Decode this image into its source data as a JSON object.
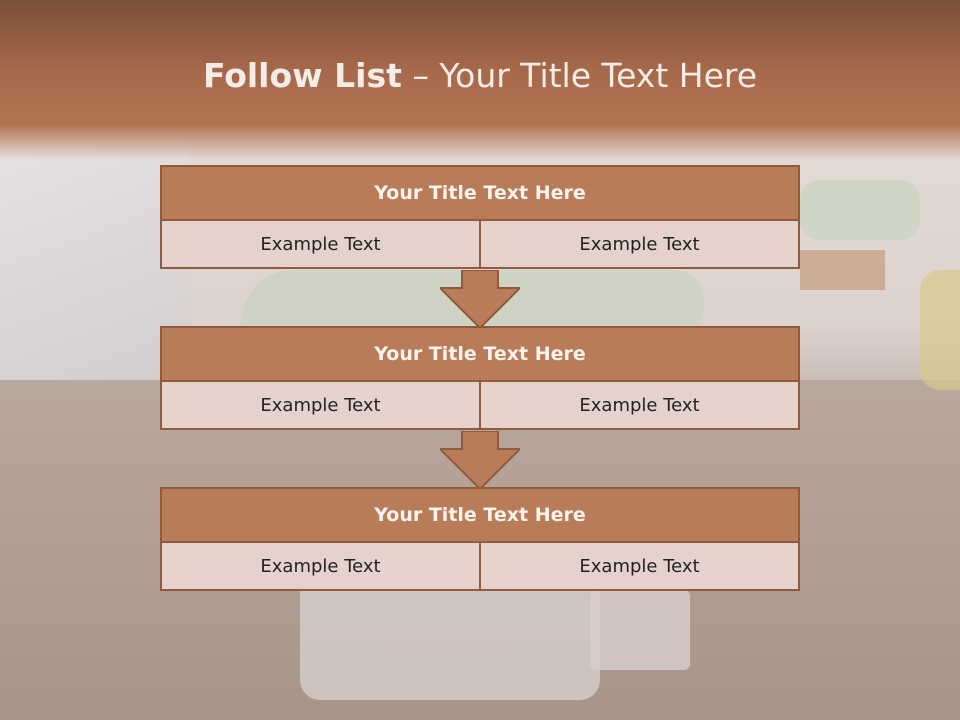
{
  "title": {
    "bold": "Follow List",
    "rest": " – Your Title Text Here"
  },
  "blocks": [
    {
      "heading": "Your Title Text Here",
      "left": "Example Text",
      "right": "Example Text"
    },
    {
      "heading": "Your Title Text Here",
      "left": "Example Text",
      "right": "Example Text"
    },
    {
      "heading": "Your Title Text Here",
      "left": "Example Text",
      "right": "Example Text"
    }
  ],
  "colors": {
    "header_fill": "#b87d58",
    "border": "#8f5a3d",
    "cell_fill": "#e5d2cc",
    "banner": "#a7694b"
  }
}
